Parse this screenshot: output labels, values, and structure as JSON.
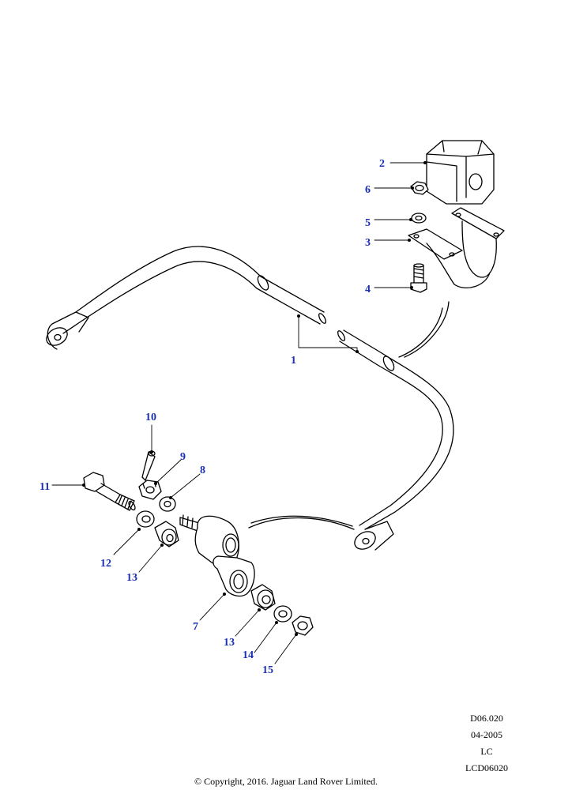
{
  "colors": {
    "callout": "#1b2fb5",
    "ink": "#000000"
  },
  "callouts": [
    "1",
    "2",
    "3",
    "4",
    "5",
    "6",
    "7",
    "8",
    "9",
    "10",
    "11",
    "12",
    "13",
    "13",
    "14",
    "15"
  ],
  "meta": {
    "ref_code": "D06.020",
    "date": "04-2005",
    "market": "LC",
    "drawing_id": "LCD06020"
  },
  "footer": {
    "copyright": "© Copyright, 2016. Jaguar Land Rover Limited."
  }
}
